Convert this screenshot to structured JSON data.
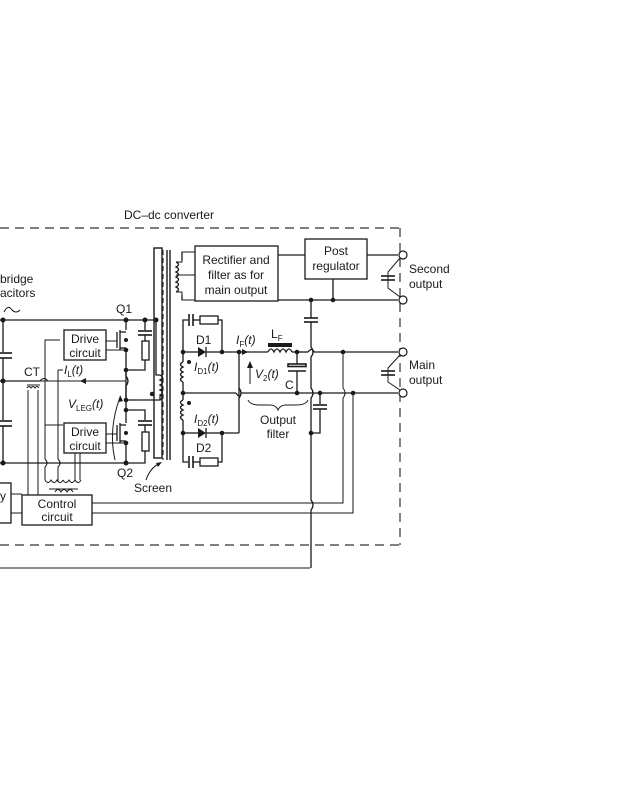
{
  "diagram": {
    "title": "DC–dc converter",
    "left_labels": {
      "halfbridge_line1": "bridge",
      "halfbridge_line2": "acitors",
      "partial_box": "y"
    },
    "switches": {
      "q1": "Q1",
      "q2": "Q2"
    },
    "current_transformer": "CT",
    "drive_circuit_top": {
      "line1": "Drive",
      "line2": "circuit"
    },
    "drive_circuit_bottom": {
      "line1": "Drive",
      "line2": "circuit"
    },
    "control_circuit": {
      "line1": "Control",
      "line2": "circuit"
    },
    "screen_label": "Screen",
    "signals": {
      "il": {
        "main": "I",
        "sub": "L",
        "arg": "(t)"
      },
      "vleg": {
        "main": "V",
        "sub": "LEG",
        "arg": "(t)"
      },
      "id1": {
        "main": "I",
        "sub": "D1",
        "arg": "(t)"
      },
      "id2": {
        "main": "I",
        "sub": "D2",
        "arg": "(t)"
      },
      "if": {
        "main": "I",
        "sub": "F",
        "arg": "(t)"
      },
      "v2": {
        "main": "V",
        "sub": "2",
        "arg": "(t)"
      }
    },
    "diodes": {
      "d1": "D1",
      "d2": "D2"
    },
    "inductor": {
      "main": "L",
      "sub": "F"
    },
    "capacitor_c": "C",
    "output_filter": {
      "line1": "Output",
      "line2": "filter"
    },
    "rectifier_block": {
      "line1": "Rectifier and",
      "line2": "filter as for",
      "line3": "main output"
    },
    "post_regulator": {
      "line1": "Post",
      "line2": "regulator"
    },
    "second_output": {
      "line1": "Second",
      "line2": "output"
    },
    "main_output": {
      "line1": "Main",
      "line2": "output"
    }
  }
}
